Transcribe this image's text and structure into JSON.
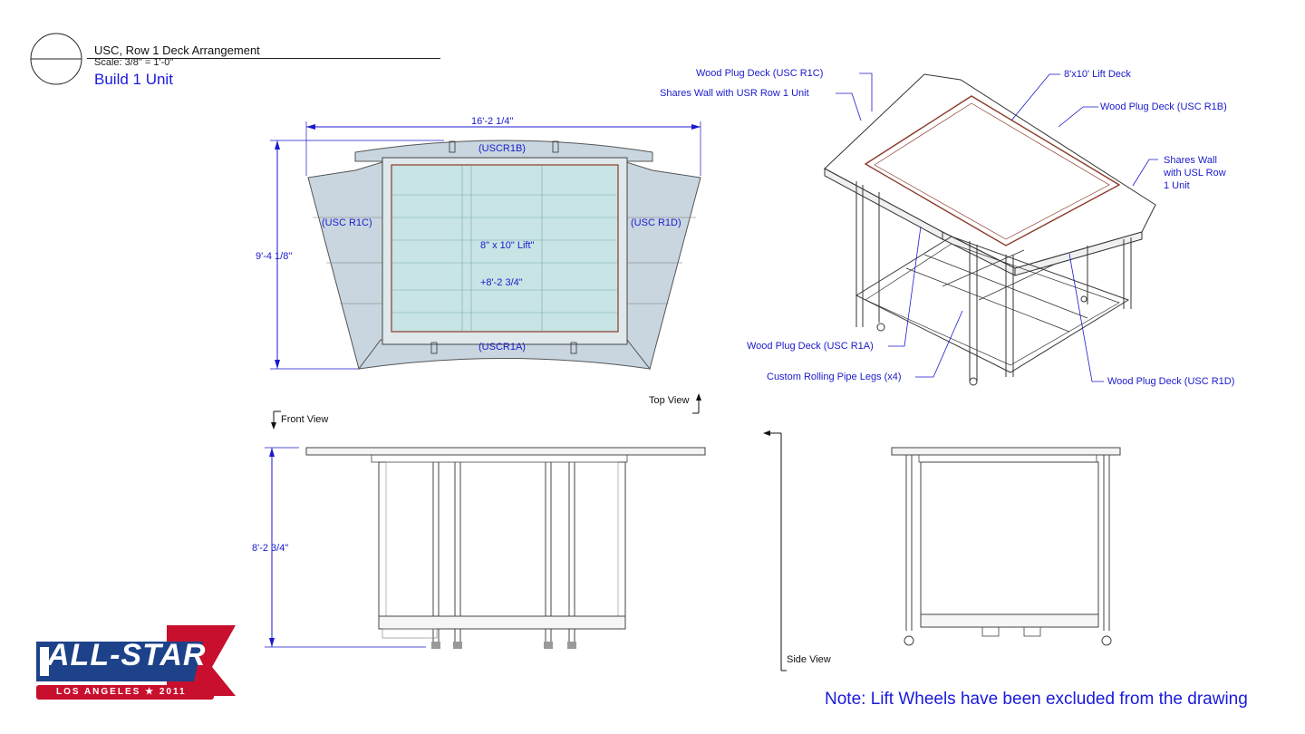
{
  "header": {
    "title": "USC, Row 1 Deck Arrangement",
    "scale": "Scale: 3/8\" = 1'-0\"",
    "build": "Build 1 Unit"
  },
  "top_view": {
    "label": "Top View",
    "width_dim": "16'-2 1/4\"",
    "depth_dim": "9'-4 1/8\"",
    "deck_b": "(USCR1B)",
    "deck_a": "(USCR1A)",
    "deck_c": "(USC R1C)",
    "deck_d": "(USC R1D)",
    "lift": "8\" x 10\" Lift\"",
    "lift_height": "+8'-2 3/4\""
  },
  "front_view": {
    "label": "Front View",
    "height_dim": "8'-2 3/4\""
  },
  "side_view": {
    "label": "Side View"
  },
  "iso_view": {
    "callouts": [
      "Wood Plug Deck (USC R1C)",
      "Shares Wall with USR Row 1 Unit",
      "8'x10' Lift Deck",
      "Wood Plug Deck (USC R1B)",
      "Shares Wall with USL Row 1 Unit",
      "Wood Plug Deck (USC R1A)",
      "Custom Rolling Pipe Legs (x4)",
      "Wood Plug Deck (USC R1D)"
    ],
    "shares_wall_usl": [
      "Shares Wall",
      "with USL Row",
      "1 Unit"
    ]
  },
  "logo": {
    "main": "ALL-STAR",
    "sub": "LOS ANGELES ★ 2011"
  },
  "note": "Note: Lift Wheels have been excluded from the drawing",
  "colors": {
    "annotation": "#1a1acc",
    "deck_fill": "#c9d6e0",
    "lift_fill": "#c8e4e4",
    "logo_red": "#c8102e",
    "logo_blue": "#1d428a"
  }
}
